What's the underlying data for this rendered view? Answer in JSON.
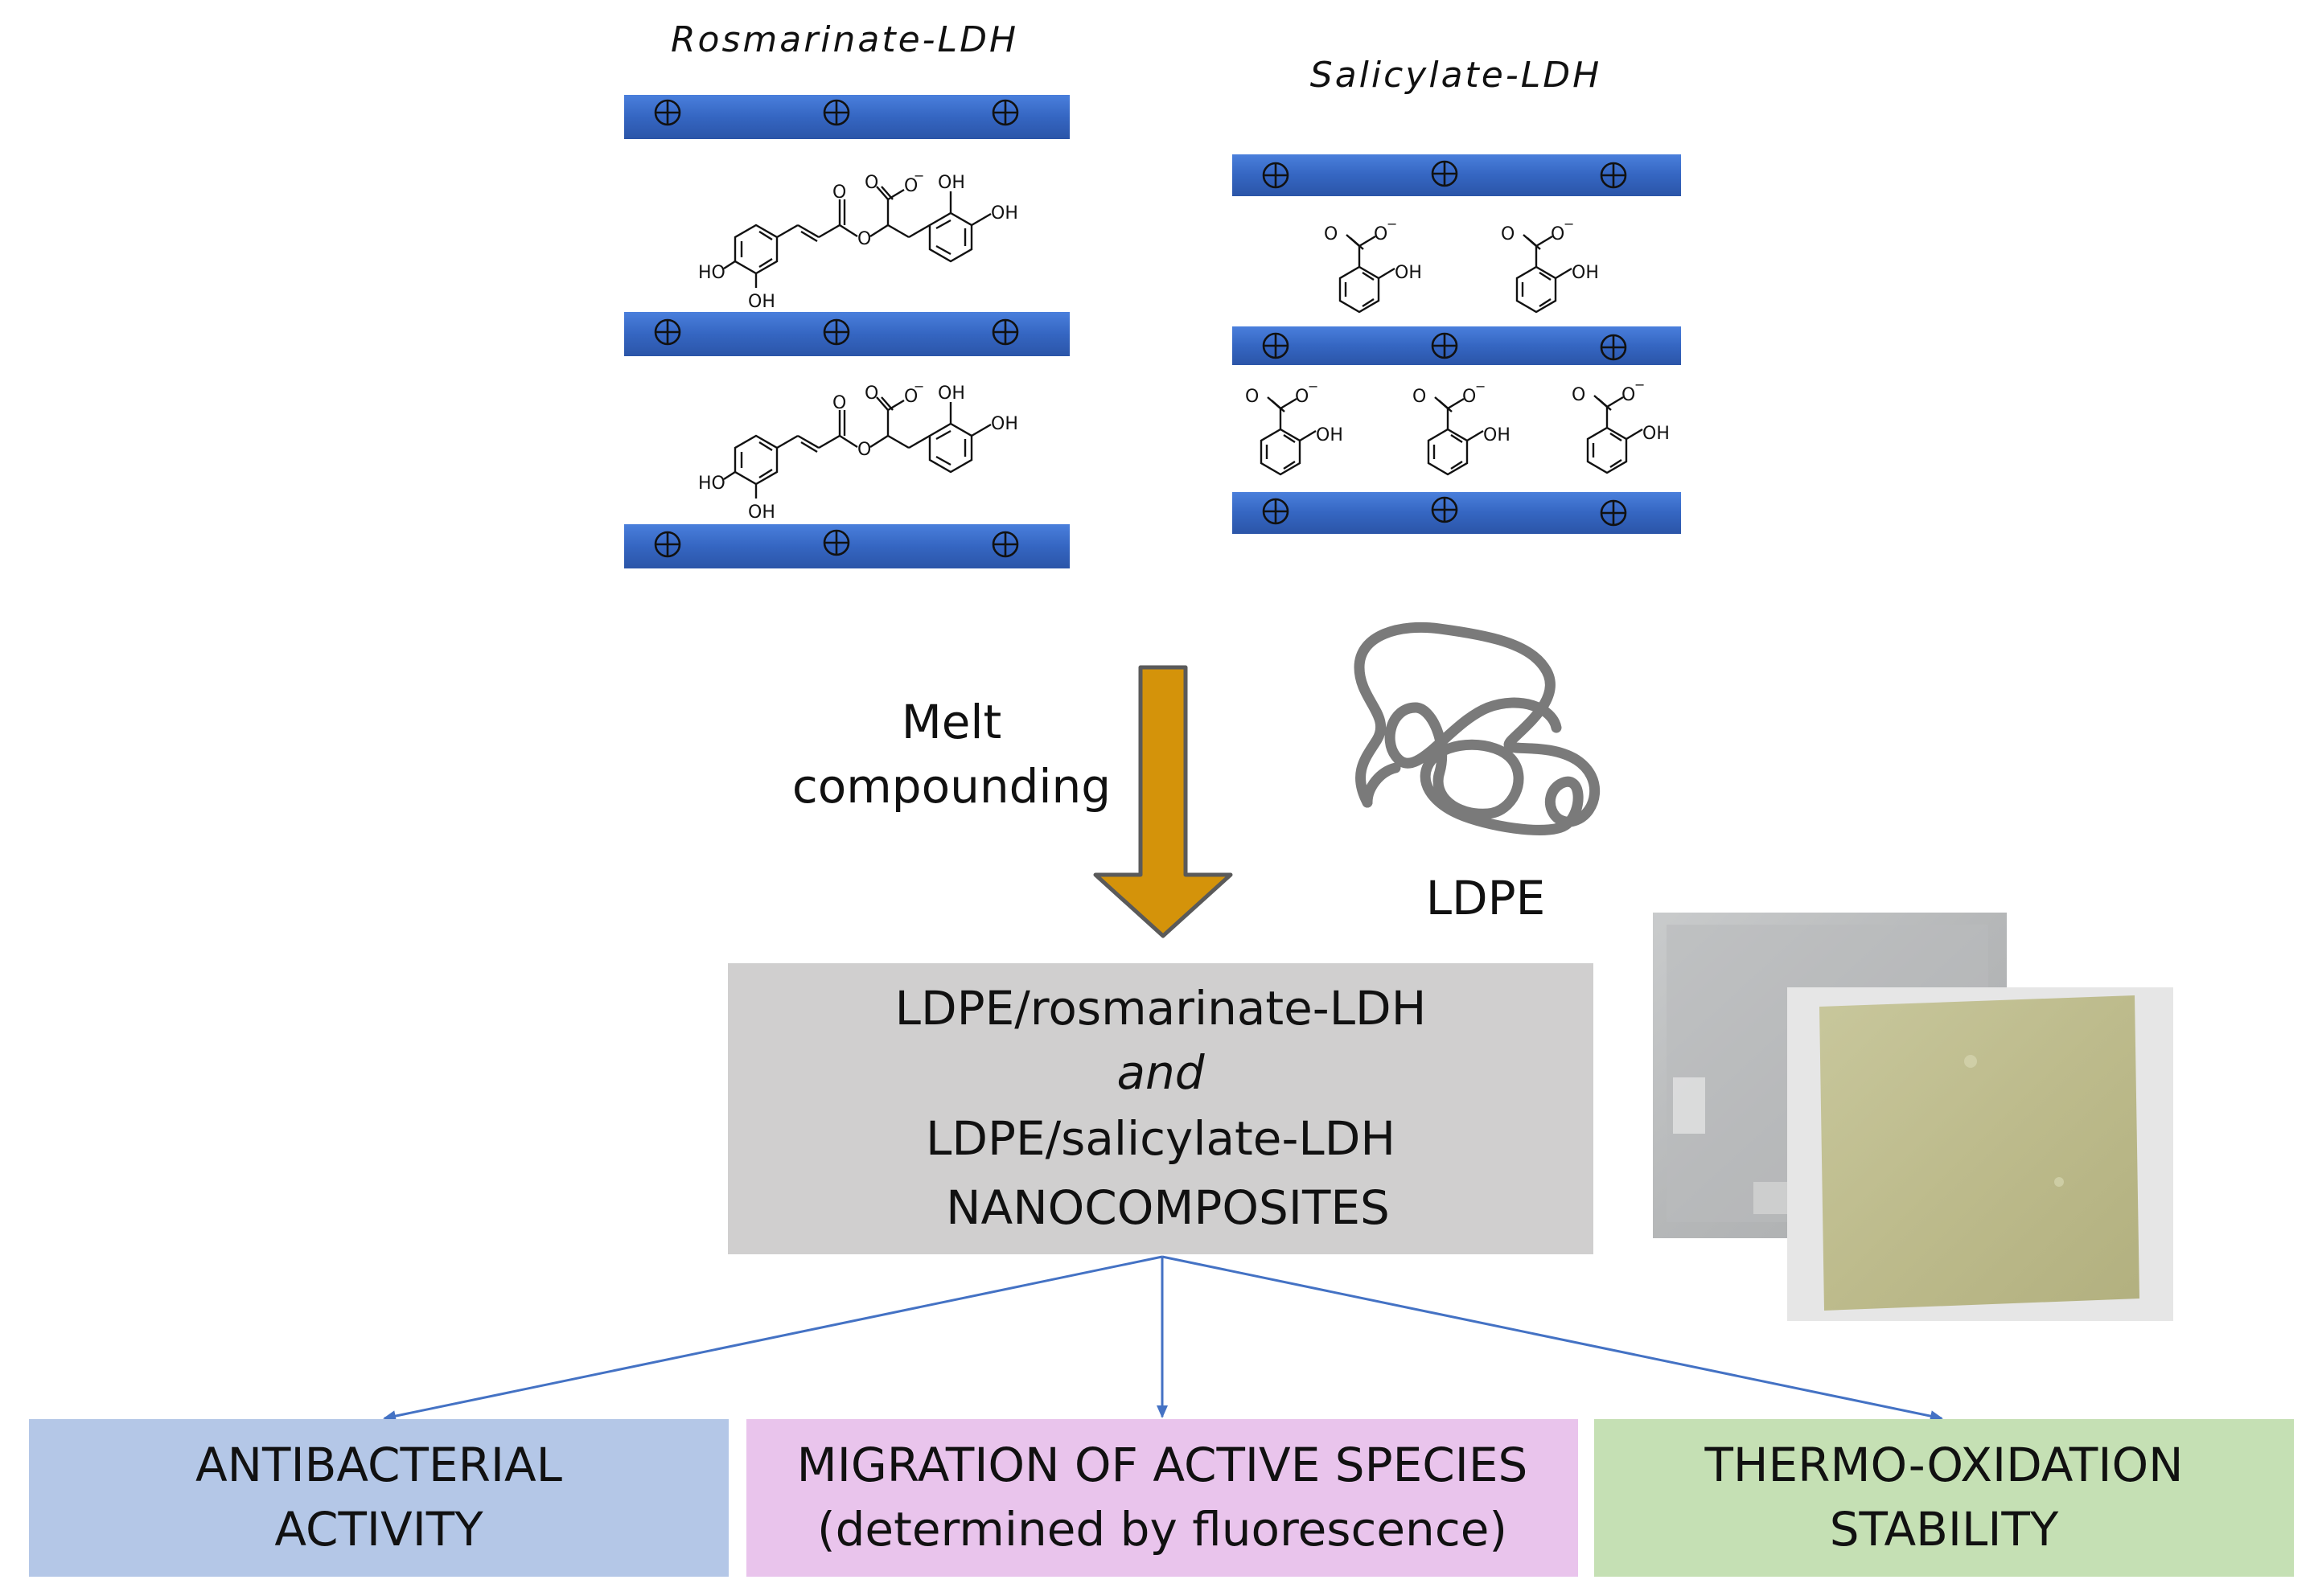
{
  "rosmarinate_title": "Rosmarinate-LDH",
  "salicylate_title": "Salicylate-LDH",
  "labels": {
    "oh": "OH",
    "ho": "HO",
    "o": "O",
    "minus": "−"
  },
  "melt_line1": "Melt",
  "melt_line2": "compounding",
  "ldpe_label": "LDPE",
  "nanocomposites": {
    "line1": "LDPE/rosmarinate-LDH",
    "line2": "and",
    "line3": "LDPE/salicylate-LDH",
    "line4": "NANOCOMPOSITES"
  },
  "outcomes": [
    {
      "line1": "ANTIBACTERIAL",
      "line2": "ACTIVITY"
    },
    {
      "line1": "MIGRATION OF ACTIVE SPECIES",
      "line2": "(determined by fluorescence)"
    },
    {
      "line1": "THERMO-OXIDATION",
      "line2": "STABILITY"
    }
  ],
  "colors": {
    "layer_blue": "#3a6bc9",
    "arrow_orange": "#d4930a",
    "box_gray": "#d0cfcf",
    "box_blue": "#b4c7e7",
    "box_pink": "#e9c4ec",
    "box_green": "#c5e0b4",
    "connector": "#4472c4",
    "coil_gray": "#7a7a7a"
  }
}
